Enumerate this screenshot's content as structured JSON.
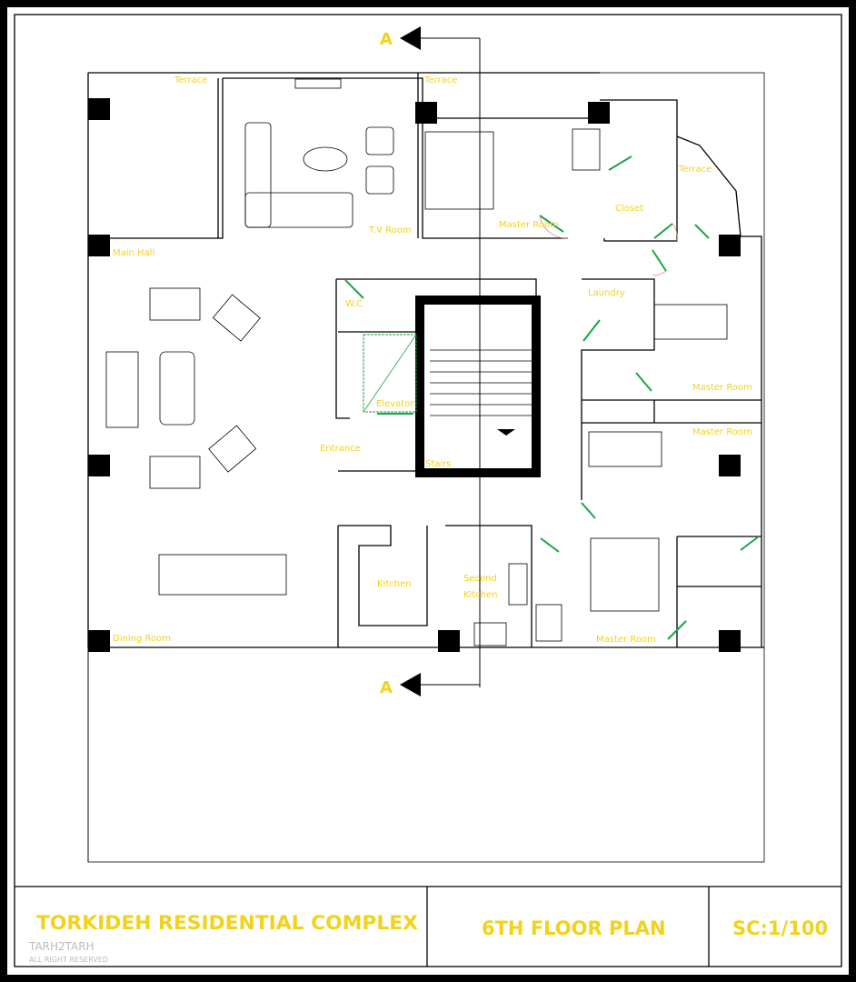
{
  "drawing": {
    "section_marker": "A",
    "rooms": {
      "terrace_left": "Terrace",
      "terrace_mid": "Terrace",
      "terrace_right": "Terrace",
      "tv_room": "T.V Room",
      "main_hall": "Main Hall",
      "master_room_top": "Master Room",
      "closet": "Closet",
      "laundry": "Laundry",
      "wc": "W.C",
      "elevator": "Elevator",
      "master_room_right_1": "Master Room",
      "master_room_right_2": "Master Room",
      "entrance": "Entrance",
      "stairs": "Stairs",
      "kitchen": "Kitchen",
      "second_kitchen_1": "Second",
      "second_kitchen_2": "Kitchen",
      "dining_room": "Dining Room",
      "master_room_bottom": "Master Room"
    }
  },
  "title_block": {
    "project": "TORKIDEH RESIDENTIAL COMPLEX",
    "sheet": "6TH FLOOR PLAN",
    "scale": "SC:1/100",
    "watermark_brand": "TARH2TARH",
    "watermark_tag": "ALL RIGHT RESERVED"
  }
}
